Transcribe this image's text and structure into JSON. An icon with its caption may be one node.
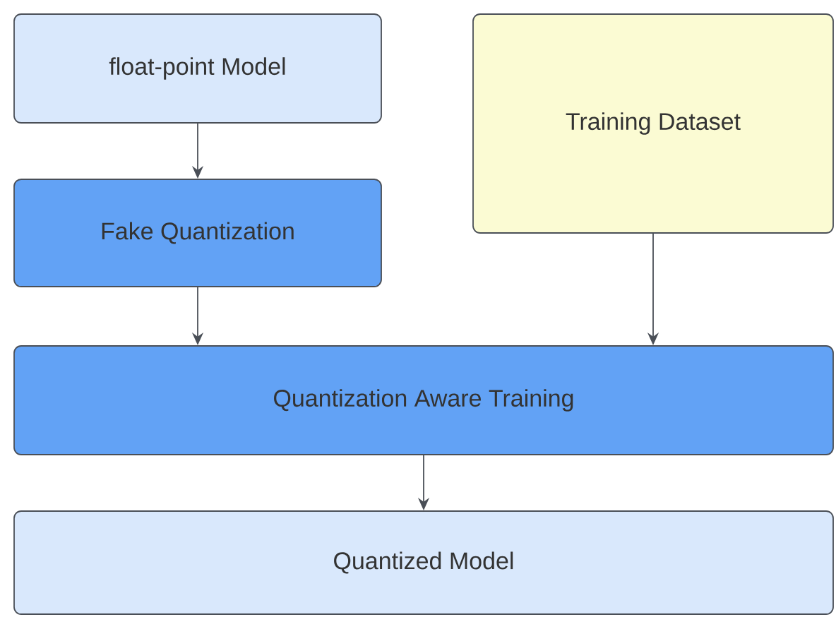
{
  "diagram": {
    "nodes": [
      {
        "text": [
          "float-point Model"
        ]
      },
      {
        "text": [
          "Training Dataset"
        ]
      },
      {
        "text": [
          "Fake Quantization"
        ]
      },
      {
        "text": [
          "Quantization Aware Training"
        ]
      },
      {
        "text": [
          "Quantized Model"
        ]
      }
    ],
    "edges": [
      {
        "from": 0,
        "to": 2,
        "arrow": "to"
      },
      {
        "from": 2,
        "to": 3,
        "arrow": "to"
      },
      {
        "from": 1,
        "to": 3,
        "arrow": "to"
      },
      {
        "from": 3,
        "to": 4,
        "arrow": "to"
      }
    ]
  }
}
